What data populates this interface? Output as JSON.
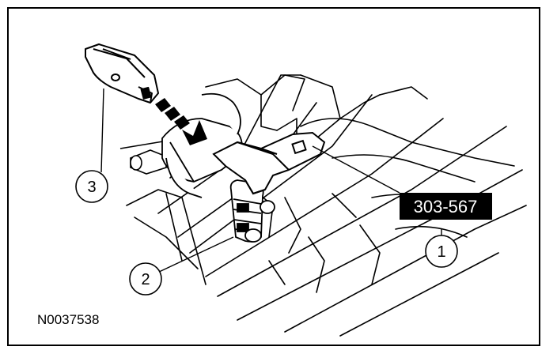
{
  "figure": {
    "id": "N0037538",
    "tool_number": "303-567",
    "callouts": [
      {
        "number": "1"
      },
      {
        "number": "2"
      },
      {
        "number": "3"
      }
    ]
  },
  "colors": {
    "line": "#000000",
    "background": "#ffffff",
    "tool_label_fill": "#000000",
    "tool_label_text": "#ffffff"
  }
}
